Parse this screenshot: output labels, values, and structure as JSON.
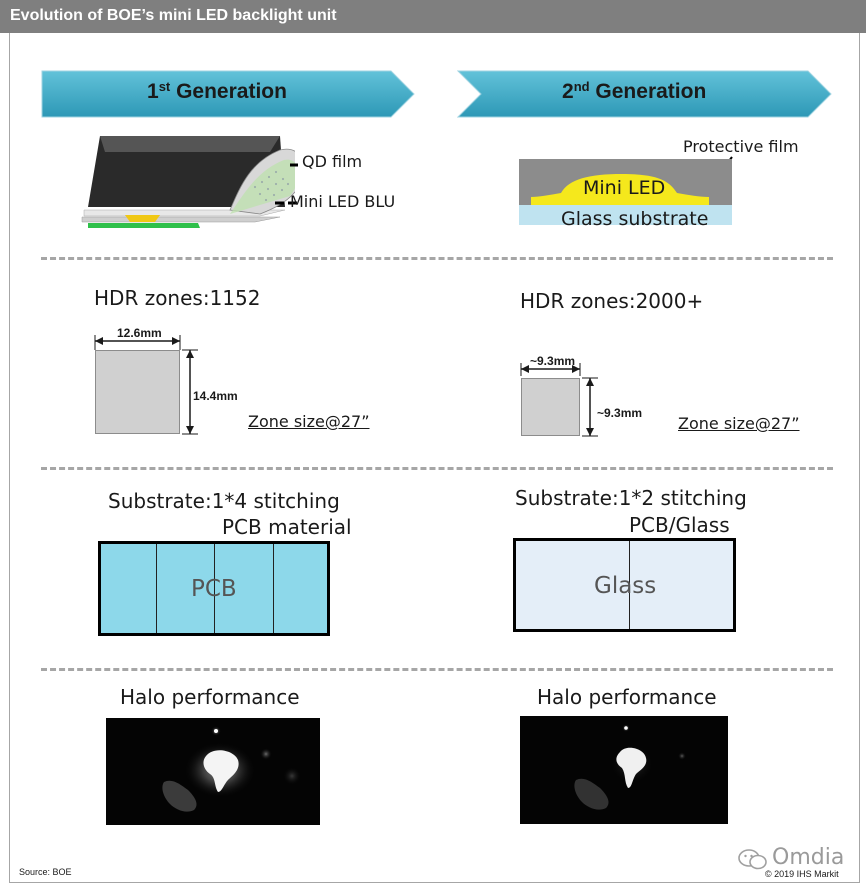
{
  "header": {
    "title": "Evolution of BOE’s mini LED backlight unit"
  },
  "gen1": {
    "label_main": "1",
    "label_sup": "st",
    "label_rest": "Generation",
    "structure_labels": [
      "QD film",
      "Mini LED BLU"
    ],
    "hdr_zones": "HDR zones:1152",
    "zone_width": "12.6mm",
    "zone_height": "14.4mm",
    "zone_caption": "Zone size@27”",
    "substrate_title": "Substrate:1*4 stitching",
    "substrate_material": "PCB material",
    "substrate_box_label": "PCB",
    "halo_title": "Halo performance"
  },
  "gen2": {
    "label_main": "2",
    "label_sup": "nd",
    "label_rest": "Generation",
    "protective_film": "Protective film",
    "mini_led": "Mini LED",
    "glass_substrate": "Glass substrate",
    "hdr_zones": "HDR zones:2000+",
    "zone_width": "~9.3mm",
    "zone_height": "~9.3mm",
    "zone_caption": "Zone size@27”",
    "substrate_title": "Substrate:1*2 stitching",
    "substrate_material": "PCB/Glass",
    "substrate_box_label": "Glass",
    "halo_title": "Halo performance"
  },
  "footer": {
    "source": "Source: BOE",
    "watermark": "Omdia",
    "copyright": "© 2019 IHS Markit"
  },
  "colors": {
    "arrow_fill": "#3fa9c4",
    "pcb_fill": "#8dd8ea",
    "glass_fill": "#e4eef8",
    "mini_led_yellow": "#f5e81c",
    "glass_layer": "#bfe3f0",
    "protective_gray": "#8c8c8c"
  }
}
